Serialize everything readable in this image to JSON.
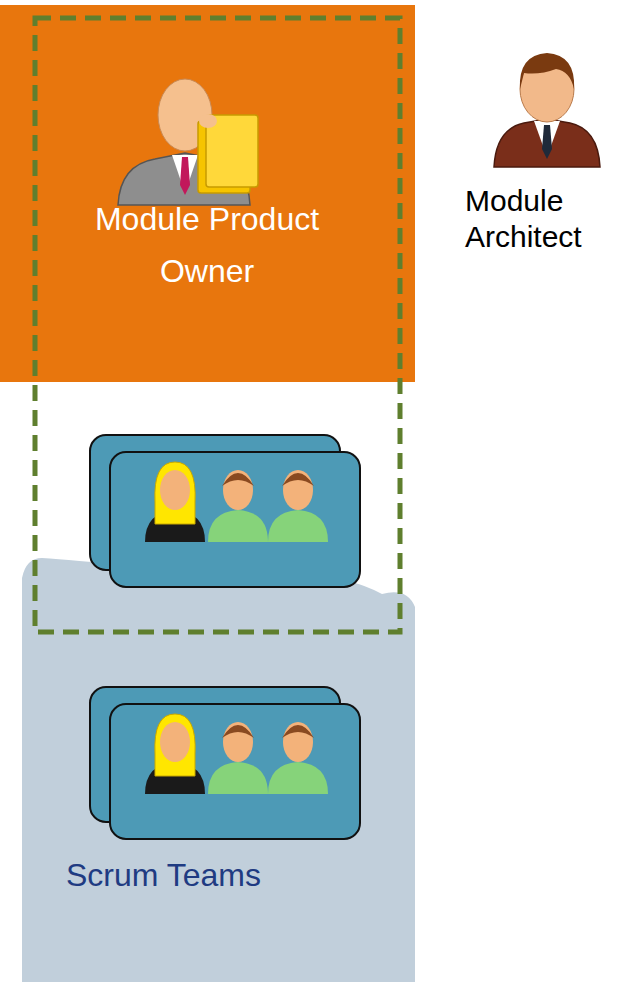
{
  "diagram": {
    "nodes": [
      {
        "text": [
          "Module Product Owner"
        ]
      },
      {
        "text": [
          "Module Architect"
        ]
      },
      {
        "text": [
          "Scrum Teams"
        ]
      }
    ]
  }
}
